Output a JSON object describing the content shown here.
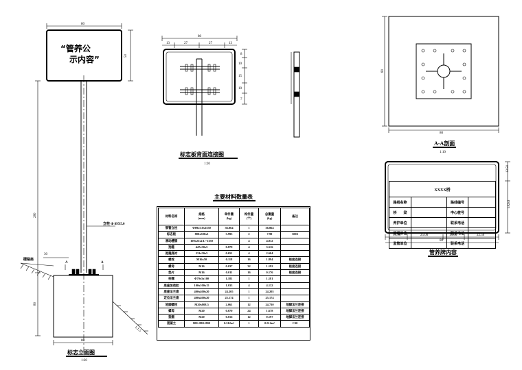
{
  "elevation": {
    "title": "标志立面图",
    "scale": "1:20",
    "sign_text_line1": "“管养公",
    "sign_text_line2": "示内容”",
    "dim_width_top": "80",
    "dim_height_sign": "50",
    "dim_pole_height": "280",
    "dim_base_height": "80",
    "dim_base_width": "80",
    "dim_offset": "30",
    "label_pole": "立柱 Φ 89X5.0",
    "label_hard_shoulder": "硬路肩",
    "slope_ratio": "1:1.5",
    "section_mark_left": "A",
    "section_mark_right": "A"
  },
  "back_connection": {
    "title": "标志板背面连接图",
    "scale": "1:20",
    "dim_width": "80",
    "dim_segments": [
      "13",
      "27",
      "27",
      "13"
    ],
    "dim_right": [
      "8",
      "10",
      "15",
      "10",
      "7"
    ]
  },
  "section_aa": {
    "title": "A-A剖面",
    "scale": "1:10",
    "dim_width": "80",
    "dim_height": "80"
  },
  "content_sign": {
    "title": "管养牌内容",
    "header": "XXXX桥",
    "rows": [
      [
        "路线名称",
        "",
        "路线编号",
        ""
      ],
      [
        "桥　　梁",
        "",
        "中心桩号",
        ""
      ],
      [
        "养护单位",
        "",
        "联系电话",
        ""
      ],
      [
        "管理单位",
        "",
        "联系电话",
        ""
      ],
      [
        "监管单位",
        "",
        "联系电话",
        ""
      ]
    ],
    "dim_bottom": [
      "15.50",
      "25.00",
      "15.00",
      "22.50"
    ],
    "dim_total": "80",
    "dim_right_top": "13.50",
    "dim_right_rows": "5X6.8"
  },
  "material_table": {
    "title": "主要材料数量表",
    "headers": [
      "材料名称",
      "规格\n(mm)",
      "单件重\n(kg)",
      "构件量\n(个)",
      "总重量\n(kg)",
      "备注"
    ],
    "rows": [
      [
        "钢管立柱",
        "Φ89x5.0x3550",
        "36.864",
        "1",
        "36.864",
        ""
      ],
      [
        "标志板",
        "800x500x3",
        "3.995",
        "2",
        "7.99",
        "3003"
      ],
      [
        "滑动槽钢",
        "100x25x4 L=1350",
        "",
        "4",
        "4.012",
        ""
      ],
      [
        "抱箍",
        "447x50x5",
        "0.879",
        "4",
        "3.516",
        ""
      ],
      [
        "抱箍底衬",
        "331x50x5",
        "0.651",
        "4",
        "2.604",
        ""
      ],
      [
        "螺栓",
        "M16x50",
        "0.118",
        "16",
        "1.894",
        "板面连接"
      ],
      [
        "螺母",
        "M16",
        "0.037",
        "32",
        "1.192",
        "板面连接"
      ],
      [
        "垫片",
        "M16",
        "0.011",
        "16",
        "0.176",
        "板面连接"
      ],
      [
        "柱帽",
        "Φ79x5x100",
        "1.181",
        "1",
        "1.181",
        ""
      ],
      [
        "底座加劲肋",
        "100x100x15",
        "1.033",
        "4",
        "4.132",
        ""
      ],
      [
        "底座法兰盘",
        "400x400x20",
        "24.205",
        "1",
        "24.205",
        ""
      ],
      [
        "定位法兰盘",
        "400x400x20",
        "25.174",
        "1",
        "25.174",
        ""
      ],
      [
        "地脚螺栓",
        "M20x808.5",
        "2.061",
        "12",
        "24.730",
        "地脚法兰连接"
      ],
      [
        "螺母",
        "M20",
        "0.070",
        "24",
        "1.678",
        "地脚法兰连接"
      ],
      [
        "垫圈",
        "M20",
        "0.016",
        "12",
        "0.197",
        "地脚法兰连接"
      ],
      [
        "混凝土",
        "800×800×800",
        "0.512m³",
        "1",
        "0.512m³",
        "C30"
      ]
    ]
  }
}
